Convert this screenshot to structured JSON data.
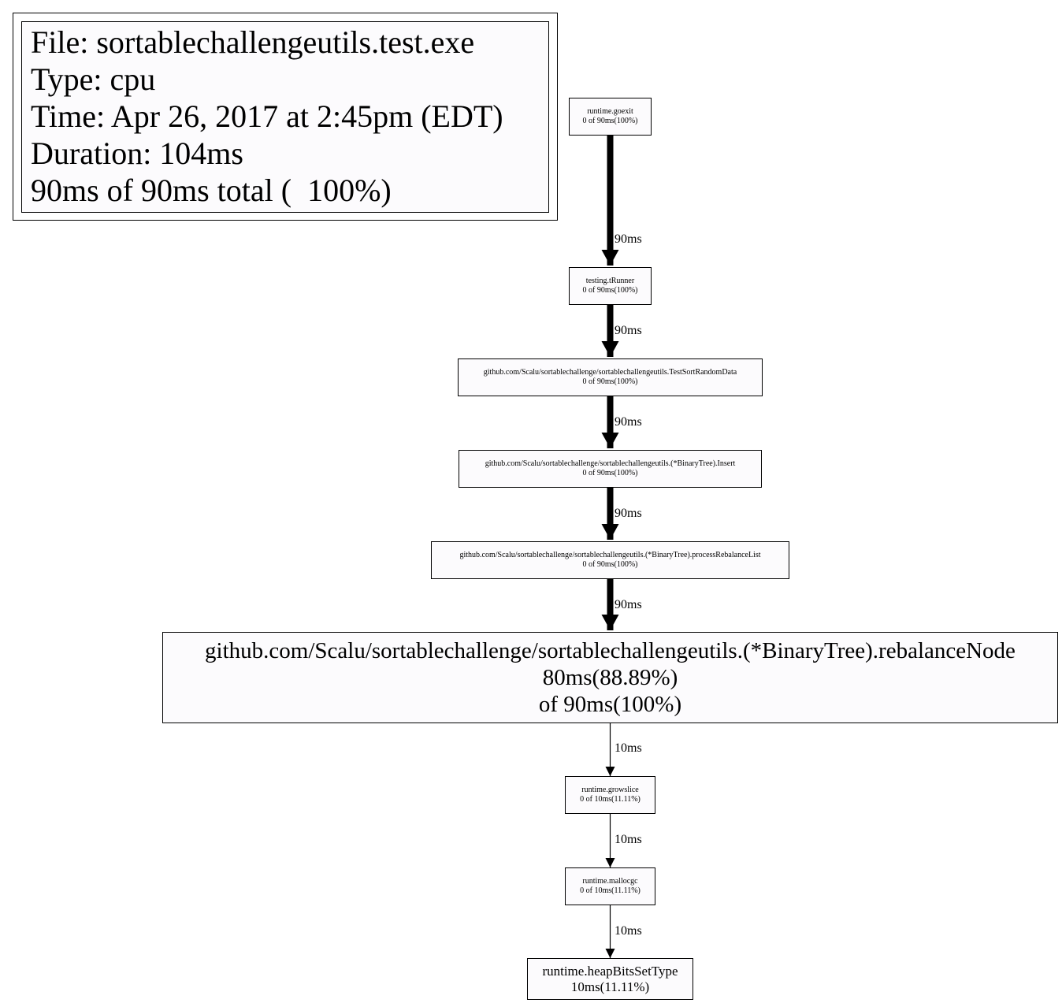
{
  "legend": {
    "lines": [
      "File: sortablechallengeutils.test.exe",
      "Type: cpu",
      "Time: Apr 26, 2017 at 2:45pm (EDT)",
      "Duration: 104ms",
      "90ms of 90ms total (  100%)"
    ]
  },
  "nodes": [
    {
      "id": "goexit",
      "lines": [
        "runtime.goexit",
        "0 of 90ms(100%)"
      ]
    },
    {
      "id": "trunner",
      "lines": [
        "testing.tRunner",
        "0 of 90ms(100%)"
      ]
    },
    {
      "id": "testsort",
      "lines": [
        "github.com/Scalu/sortablechallenge/sortablechallengeutils.TestSortRandomData",
        "0 of 90ms(100%)"
      ]
    },
    {
      "id": "insert",
      "lines": [
        "github.com/Scalu/sortablechallenge/sortablechallengeutils.(*BinaryTree).Insert",
        "0 of 90ms(100%)"
      ]
    },
    {
      "id": "rebalancelist",
      "lines": [
        "github.com/Scalu/sortablechallenge/sortablechallengeutils.(*BinaryTree).processRebalanceList",
        "0 of 90ms(100%)"
      ]
    },
    {
      "id": "rebalancenode",
      "lines": [
        "github.com/Scalu/sortablechallenge/sortablechallengeutils.(*BinaryTree).rebalanceNode",
        "80ms(88.89%)",
        "of 90ms(100%)"
      ]
    },
    {
      "id": "growslice",
      "lines": [
        "runtime.growslice",
        "0 of 10ms(11.11%)"
      ]
    },
    {
      "id": "mallocgc",
      "lines": [
        "runtime.mallocgc",
        "0 of 10ms(11.11%)"
      ]
    },
    {
      "id": "heapbits",
      "lines": [
        "runtime.heapBitsSetType",
        "10ms(11.11%)"
      ]
    }
  ],
  "edges": [
    {
      "from": "goexit",
      "to": "trunner",
      "label": "90ms",
      "weight_ms": 90
    },
    {
      "from": "trunner",
      "to": "testsort",
      "label": "90ms",
      "weight_ms": 90
    },
    {
      "from": "testsort",
      "to": "insert",
      "label": "90ms",
      "weight_ms": 90
    },
    {
      "from": "insert",
      "to": "rebalancelist",
      "label": "90ms",
      "weight_ms": 90
    },
    {
      "from": "rebalancelist",
      "to": "rebalancenode",
      "label": "90ms",
      "weight_ms": 90
    },
    {
      "from": "rebalancenode",
      "to": "growslice",
      "label": "10ms",
      "weight_ms": 10
    },
    {
      "from": "growslice",
      "to": "mallocgc",
      "label": "10ms",
      "weight_ms": 10
    },
    {
      "from": "mallocgc",
      "to": "heapbits",
      "label": "10ms",
      "weight_ms": 10
    }
  ]
}
